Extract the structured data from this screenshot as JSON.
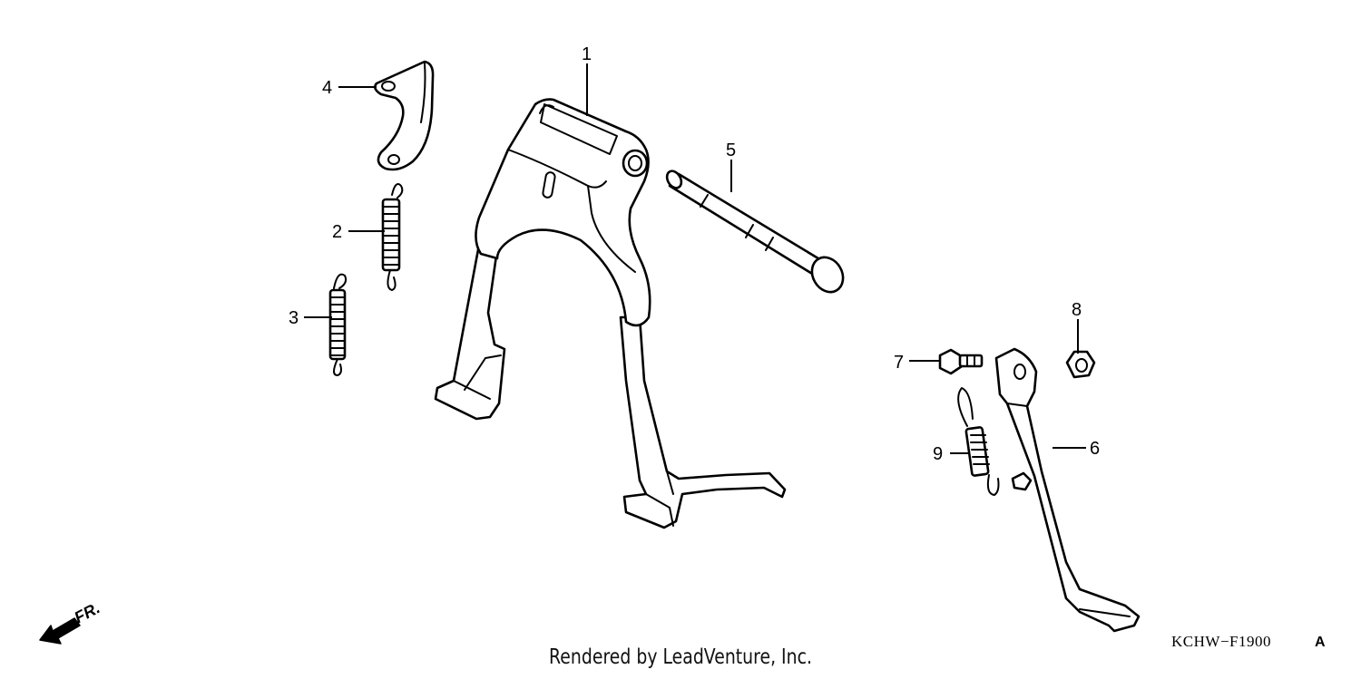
{
  "diagram": {
    "callouts": [
      {
        "id": "1",
        "label": "1"
      },
      {
        "id": "2",
        "label": "2"
      },
      {
        "id": "3",
        "label": "3"
      },
      {
        "id": "4",
        "label": "4"
      },
      {
        "id": "5",
        "label": "5"
      },
      {
        "id": "6",
        "label": "6"
      },
      {
        "id": "7",
        "label": "7"
      },
      {
        "id": "8",
        "label": "8"
      },
      {
        "id": "9",
        "label": "9"
      }
    ],
    "direction_label": "FR.",
    "drawing_code": "KCHW−F1900",
    "drawing_code_suffix": "A"
  },
  "footer": {
    "credit": "Rendered by LeadVenture, Inc."
  }
}
